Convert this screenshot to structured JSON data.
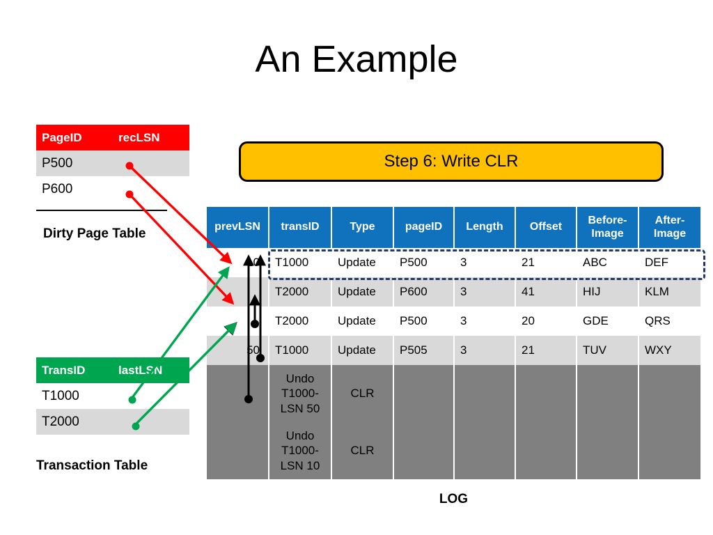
{
  "slide": {
    "title": "An Example",
    "step_box_label": "Step 6: Write CLR",
    "log_caption": "LOG"
  },
  "dirty_page_table": {
    "caption": "Dirty Page Table",
    "headers": [
      "PageID",
      "recLSN"
    ],
    "rows": [
      {
        "pageid": "P500",
        "reclsn": ""
      },
      {
        "pageid": "P600",
        "reclsn": ""
      }
    ],
    "header_color": "#FF0000"
  },
  "transaction_table": {
    "caption": "Transaction Table",
    "headers": [
      "TransID",
      "lastLSN"
    ],
    "rows": [
      {
        "transid": "T1000",
        "lastlsn": ""
      },
      {
        "transid": "T2000",
        "lastlsn": ""
      }
    ],
    "header_color": "#00A64F"
  },
  "log_table": {
    "header_color": "#1072BC",
    "headers": [
      "prevLSN",
      "transID",
      "Type",
      "pageID",
      "Length",
      "Offset",
      "Before-Image",
      "After-Image"
    ],
    "headers_split": [
      {
        "line1": "prevLSN",
        "line2": ""
      },
      {
        "line1": "transID",
        "line2": ""
      },
      {
        "line1": "Type",
        "line2": ""
      },
      {
        "line1": "pageID",
        "line2": ""
      },
      {
        "line1": "Length",
        "line2": ""
      },
      {
        "line1": "Offset",
        "line2": ""
      },
      {
        "line1": "Before-",
        "line2": "Image"
      },
      {
        "line1": "After-",
        "line2": "Image"
      }
    ],
    "rows": [
      {
        "prevLSN": "10",
        "transID": "T1000",
        "type": "Update",
        "pageID": "P500",
        "length": "3",
        "offset": "21",
        "before": "ABC",
        "after": "DEF"
      },
      {
        "prevLSN": "",
        "transID": "T2000",
        "type": "Update",
        "pageID": "P600",
        "length": "3",
        "offset": "41",
        "before": "HIJ",
        "after": "KLM"
      },
      {
        "prevLSN": "",
        "transID": "T2000",
        "type": "Update",
        "pageID": "P500",
        "length": "3",
        "offset": "20",
        "before": "GDE",
        "after": "QRS"
      },
      {
        "prevLSN": "50",
        "transID": "T1000",
        "type": "Update",
        "pageID": "P505",
        "length": "3",
        "offset": "21",
        "before": "TUV",
        "after": "WXY"
      },
      {
        "prevLSN": "",
        "transID": "Undo T1000-LSN 50",
        "type": "CLR",
        "pageID": "",
        "length": "",
        "offset": "",
        "before": "",
        "after": ""
      },
      {
        "prevLSN": "",
        "transID": "Undo T1000-LSN 10",
        "type": "CLR",
        "pageID": "",
        "length": "",
        "offset": "",
        "before": "",
        "after": ""
      }
    ],
    "highlight_row_index": 0,
    "highlight_color": "#1F3864"
  },
  "annotations": {
    "red_arrow_color": "#FF0000",
    "green_arrow_color": "#00A64F",
    "black_arrow_color": "#000000",
    "red_arrows": 2,
    "green_arrows": 2,
    "black_arrows": 3
  }
}
